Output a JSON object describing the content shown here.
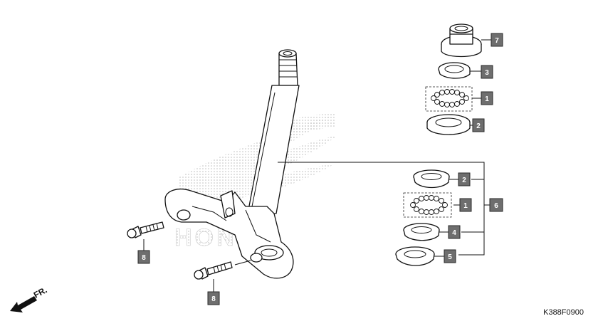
{
  "figure_code": "K388F0900",
  "direction_label": "FR.",
  "watermark_text": "HONDA",
  "callouts": [
    "7",
    "3",
    "1",
    "2",
    "2",
    "1",
    "6",
    "4",
    "5",
    "8",
    "8"
  ],
  "colors": {
    "callout_fill": "#6e6e6e",
    "line": "#111111",
    "watermark": "#c8c8c8"
  }
}
